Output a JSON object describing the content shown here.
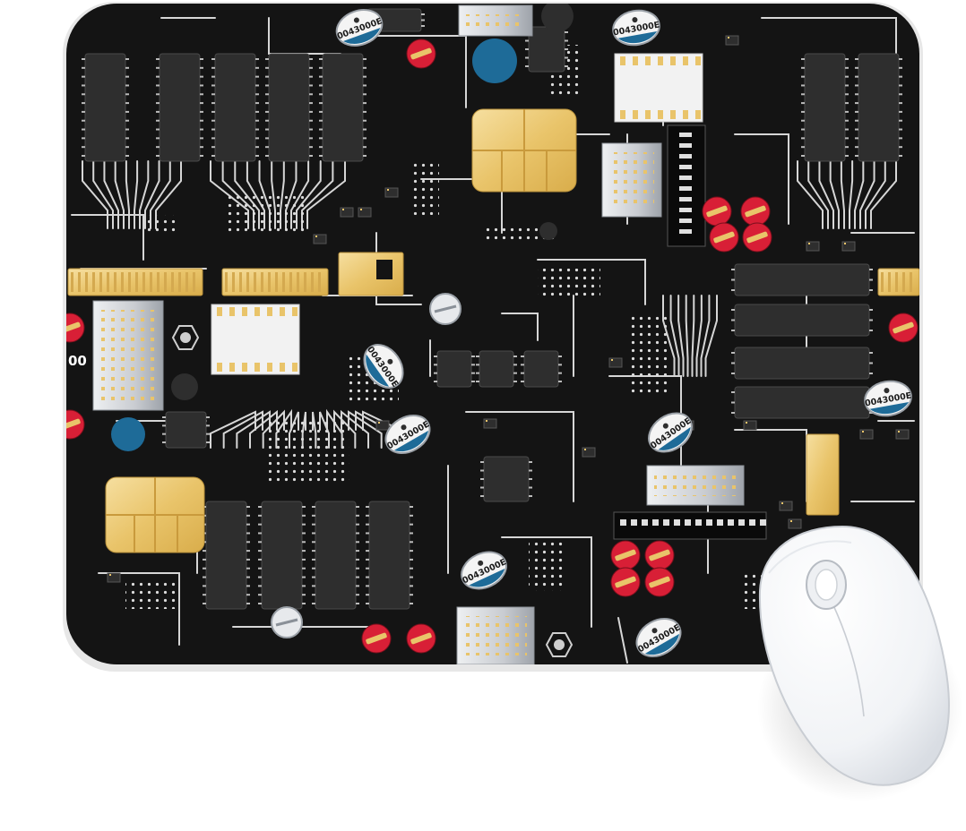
{
  "product": {
    "item": "mouse pad with circuit board print",
    "accessory": "white wireless mouse"
  },
  "print": {
    "capacitor_label": "0043000E",
    "edge_label": "00"
  },
  "colors": {
    "board": "#141414",
    "trace": "#d9d9d9",
    "chip": "#2e2e2e",
    "gold": "#e9c46a",
    "red": "#d81f36",
    "blue": "#1e6b98",
    "silver": "#c9ccd1",
    "mouse": "#f4f6f8"
  }
}
